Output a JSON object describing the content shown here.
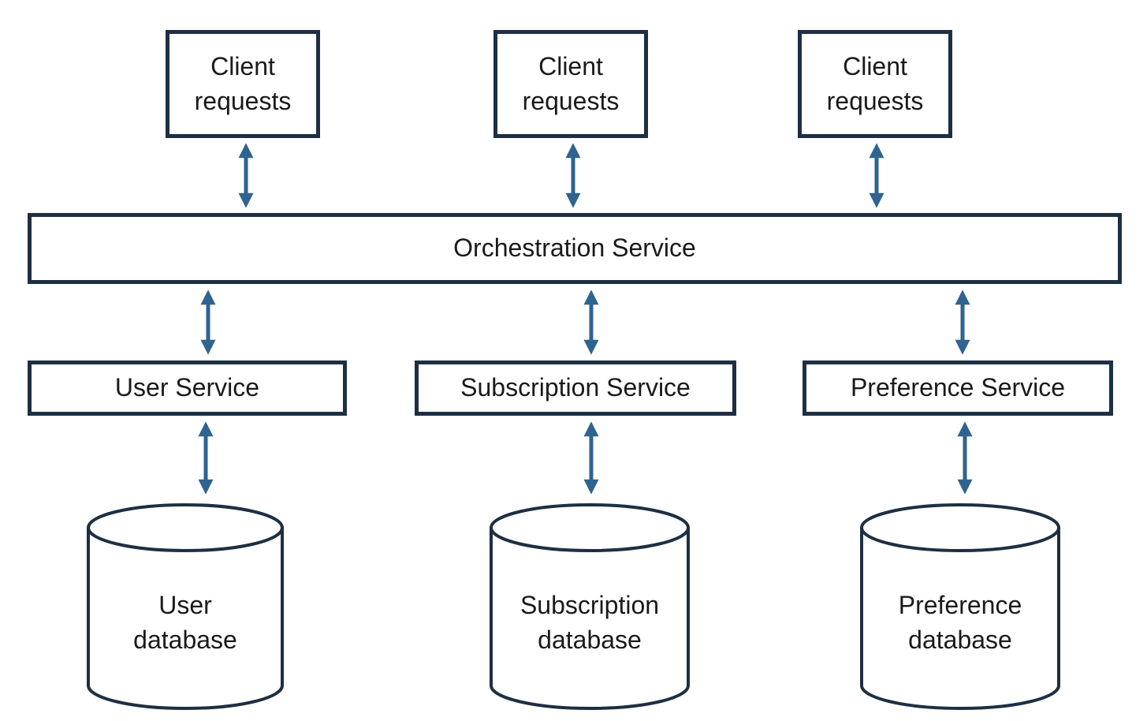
{
  "colors": {
    "outline": "#1e2f43",
    "arrow": "#2f6390",
    "box_fill": "#ffffff",
    "text": "#1a1a1a",
    "background": "#ffffff"
  },
  "clients": [
    {
      "line1": "Client",
      "line2": "requests"
    },
    {
      "line1": "Client",
      "line2": "requests"
    },
    {
      "line1": "Client",
      "line2": "requests"
    }
  ],
  "orchestration": {
    "label": "Orchestration Service"
  },
  "services": [
    {
      "label": "User Service"
    },
    {
      "label": "Subscription Service"
    },
    {
      "label": "Preference Service"
    }
  ],
  "databases": [
    {
      "line1": "User",
      "line2": "database"
    },
    {
      "line1": "Subscription",
      "line2": "database"
    },
    {
      "line1": "Preference",
      "line2": "database"
    }
  ]
}
